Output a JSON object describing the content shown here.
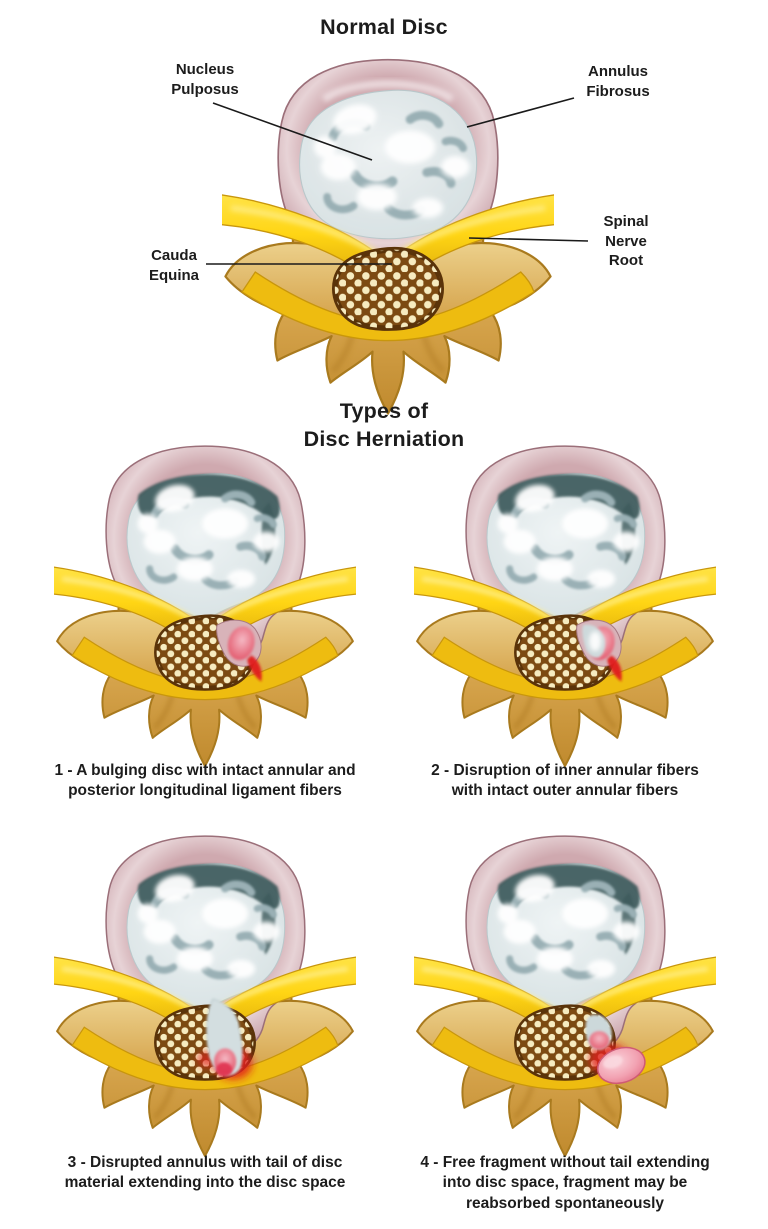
{
  "normal_section": {
    "title": "Normal Disc",
    "labels": {
      "nucleus_pulposus": "Nucleus\nPulposus",
      "annulus_fibrosus": "Annulus\nFibrosus",
      "cauda_equina": "Cauda\nEquina",
      "spinal_nerve_root": "Spinal\nNerve\nRoot"
    }
  },
  "types_section": {
    "title": "Types of\nDisc Herniation",
    "panels": [
      {
        "caption": "1 - A bulging disc with intact annular and\nposterior longitudinal ligament fibers"
      },
      {
        "caption": "2 - Disruption of inner annular fibers\nwith intact outer annular fibers"
      },
      {
        "caption": "3 - Disrupted annulus with tail of disc\nmaterial extending into the disc space"
      },
      {
        "caption": "4 - Free fragment without tail extending\ninto disc space, fragment may be\nreabsorbed  spontaneously"
      }
    ]
  },
  "colors": {
    "annulus_outer": "#b18791",
    "annulus_light": "#e6d2d5",
    "nucleus": "#dbe4e6",
    "nucleus_swirl": "#9ab0b5",
    "herniation_shadow": "#3c5a5c",
    "bone": "#d5a34b",
    "bone_edge": "#a97a1e",
    "nerve_yellow": "#ffd514",
    "cauda_brown": "#7c4a12",
    "cauda_dots": "#f6ebc0",
    "inflammation_red": "#e11d1d",
    "herniation_pink": "#e04b60",
    "fragment_pink": "#f2a2b2",
    "text": "#1c1c1c"
  }
}
